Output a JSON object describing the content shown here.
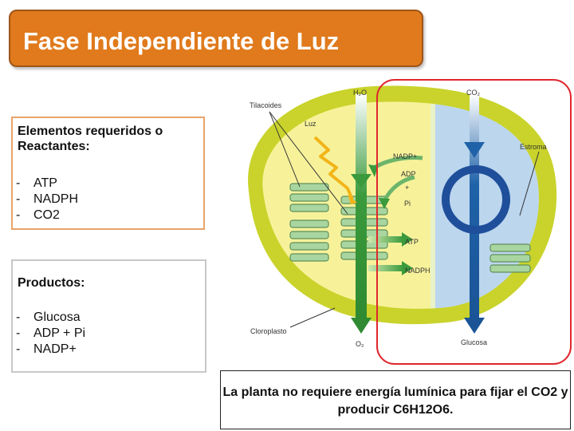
{
  "slide": {
    "title": "Fase Independiente de Luz",
    "reactants": {
      "heading": "Elementos requeridos o Reactantes:",
      "items": [
        "ATP",
        "NADPH",
        "CO2"
      ]
    },
    "products": {
      "heading": "Productos:",
      "items": [
        "Glucosa",
        "ADP + Pi",
        "NADP+"
      ]
    },
    "note": "La planta no requiere energía lumínica para fijar el CO2 y producir C6H12O6."
  },
  "diagram": {
    "labels": {
      "tilacoides": "Tilacoides",
      "luz": "Luz",
      "h2o": "H₂O",
      "co2": "CO₂",
      "estroma": "Estroma",
      "nadp_plus": "NADP+",
      "adp": "ADP",
      "plus": "+",
      "pi": "Pi",
      "atp": "ATP",
      "nadph": "NADPH",
      "cloroplasto": "Cloroplasto",
      "o2": "O₂",
      "glucosa": "Glucosa"
    },
    "colors": {
      "title_bg": "#e07a1c",
      "stroma_yellow": "#f7f29a",
      "membrane": "#c9d32b",
      "blue_region": "#bcd6ee",
      "thylakoid": "#a9d6a0",
      "green_arrow": "#3a9a3c",
      "blue_arrow": "#1f62a8",
      "highlight_border": "#e0262e",
      "light_bolt": "#f2b419"
    }
  }
}
